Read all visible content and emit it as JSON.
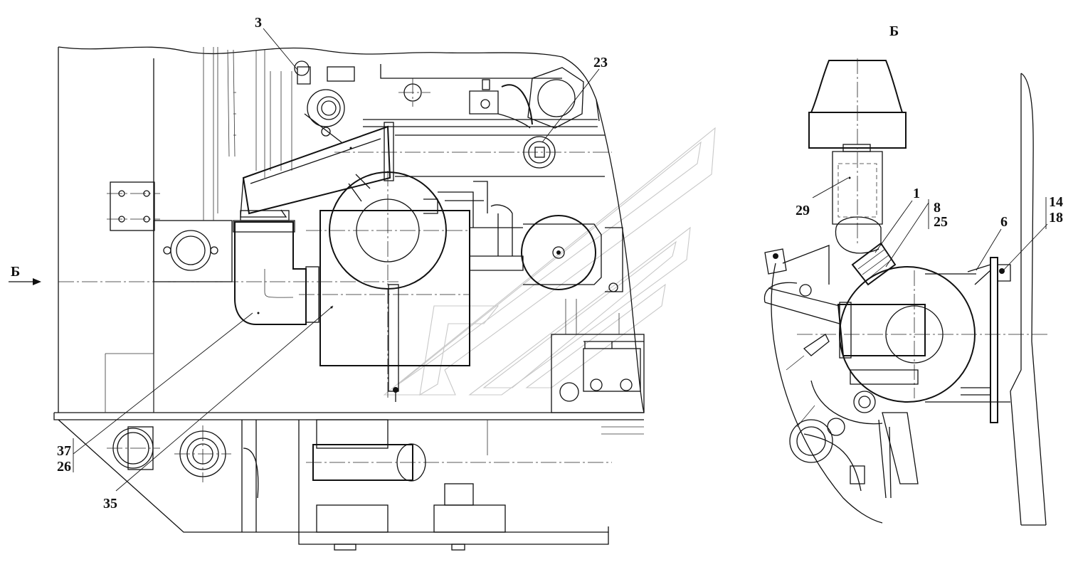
{
  "view_marker": {
    "label": "Б"
  },
  "view_title": {
    "label": "Б"
  },
  "callouts": {
    "c3": "3",
    "c23": "23",
    "c37": "37",
    "c26": "26",
    "c35": "35",
    "c29": "29",
    "c1": "1",
    "c8": "8",
    "c25": "25",
    "c6": "6",
    "c14": "14",
    "c18": "18"
  }
}
